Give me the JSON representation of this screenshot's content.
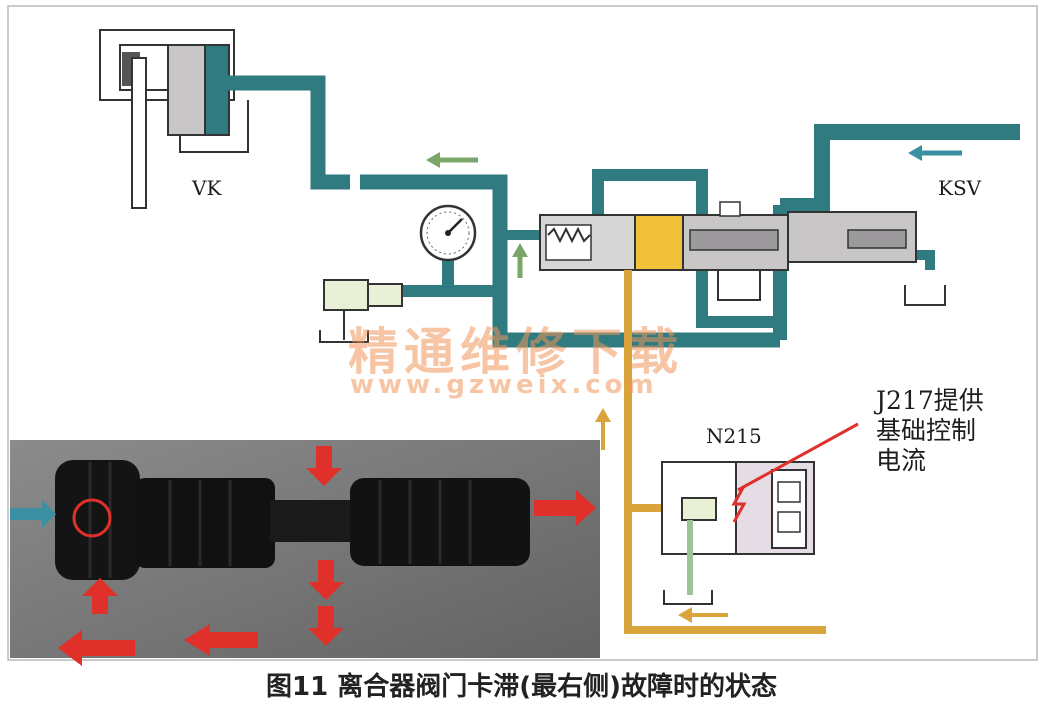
{
  "labels": {
    "vk": "VK",
    "ksv": "KSV",
    "n215": "N215",
    "j217_line1": "J217提供",
    "j217_line2": "基础控制",
    "j217_line3": "电流"
  },
  "watermark": {
    "site_name": "精通维修下载",
    "site_url": "www.gzweix.com"
  },
  "caption": "图11 离合器阀门卡滞(最右侧)故障时的状态",
  "colors": {
    "hydraulic_line": "#2f7b80",
    "pilot_line": "#d9a43c",
    "flow_arrow_green": "#7aa66a",
    "flow_arrow_red": "#e0302a",
    "flow_arrow_teal": "#3a8fa3",
    "spool_body": "#c9c6c8",
    "valve_spool_highlight": "#f2c13a",
    "photo_background": "#777777"
  }
}
